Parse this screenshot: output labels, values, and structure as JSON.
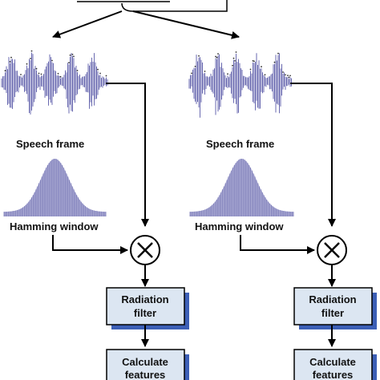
{
  "left": {
    "speech_label": "Speech frame",
    "window_label": "Hamming window",
    "filter_line1": "Radiation",
    "filter_line2": "filter",
    "features_line1": "Calculate",
    "features_line2": "features"
  },
  "right": {
    "speech_label": "Speech frame",
    "window_label": "Hamming window",
    "filter_line1": "Radiation",
    "filter_line2": "filter",
    "features_line1": "Calculate",
    "features_line2": "features"
  },
  "colors": {
    "waveform": "#6a6ab0",
    "window_fill": "#b9b9dd",
    "window_stroke": "#6c6cae",
    "box_fill": "#dce6f2",
    "box_shadow": "#3c5fb6",
    "line": "#000000"
  },
  "icons": {
    "multiply": "circle-times-icon",
    "arrow": "arrowhead-icon"
  }
}
